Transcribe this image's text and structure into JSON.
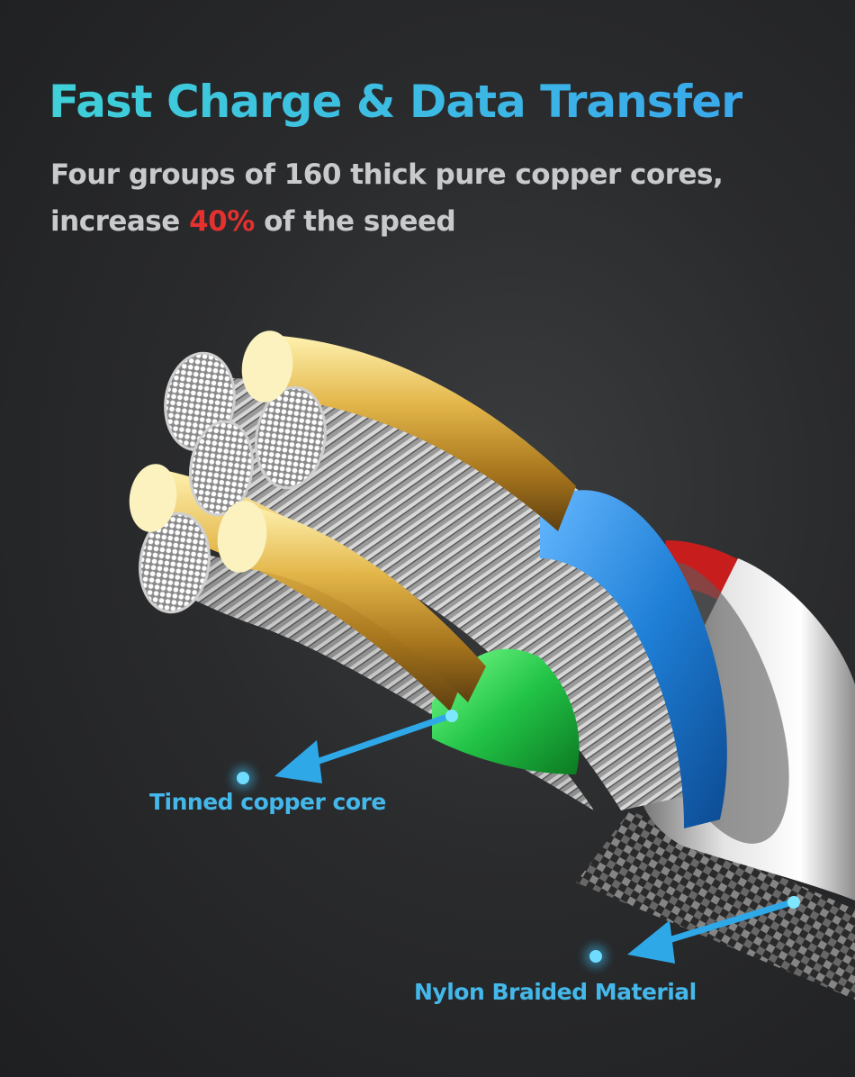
{
  "header": {
    "title": "Fast Charge & Data Transfer",
    "subtitle_line1": "Four groups of 160 thick pure copper cores,",
    "subtitle_line2_before": "increase ",
    "subtitle_line2_highlight": "40%",
    "subtitle_line2_after": " of the speed"
  },
  "callouts": {
    "core": "Tinned copper core",
    "braid": "Nylon Braided Material"
  },
  "colors": {
    "title": "#3ec6e0",
    "highlight": "#e2312f",
    "callout": "#44b8ea",
    "wire_blue": "#1f7fd6",
    "wire_green": "#22c447",
    "wire_red": "#d71e1e",
    "gold": "#d7a83a"
  }
}
